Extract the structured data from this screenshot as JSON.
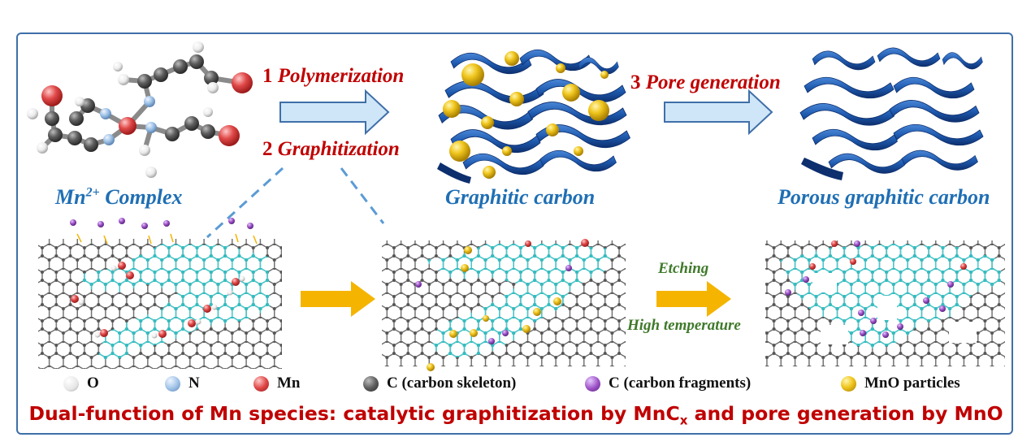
{
  "steps": {
    "s1_num": "1",
    "s1_label": "Polymerization",
    "s2_num": "2",
    "s2_label": "Graphitization",
    "s3_num": "3",
    "s3_label": "Pore generation"
  },
  "stages": {
    "complex_prefix": "Mn",
    "complex_charge": "2+",
    "complex_suffix": " Complex",
    "graphitic": "Graphitic carbon",
    "porous": "Porous graphitic carbon"
  },
  "conditions": {
    "etching": "Etching",
    "high_temp": "High temperature"
  },
  "legend": [
    {
      "symbol": "O",
      "label": "O",
      "color": "#f2f2f2"
    },
    {
      "symbol": "N",
      "label": "N",
      "color": "#9cc0e6"
    },
    {
      "symbol": "Mn",
      "label": "Mn",
      "color": "#e04848"
    },
    {
      "symbol": "C",
      "label": "C (carbon skeleton)",
      "color": "#5a5a5a"
    },
    {
      "symbol": "C",
      "label": "C (carbon fragments)",
      "color": "#9a4fc4"
    },
    {
      "symbol": "MnO",
      "label": "MnO particles",
      "color": "#e1b417"
    }
  ],
  "caption": {
    "main": "Dual-function of Mn species: catalytic graphitization by MnC",
    "sub": "x",
    "tail": " and pore generation by MnO"
  },
  "colors": {
    "frame": "#3f6fa8",
    "step_red": "#c00000",
    "label_blue": "#1f6fb4",
    "label_green": "#3f7a2a",
    "sheet_blue": "#1f5bb0",
    "arrow_fill": "#cfe6f8",
    "arrow_yellow": "#f5b400",
    "cyan_bond": "#3fd4d8"
  }
}
